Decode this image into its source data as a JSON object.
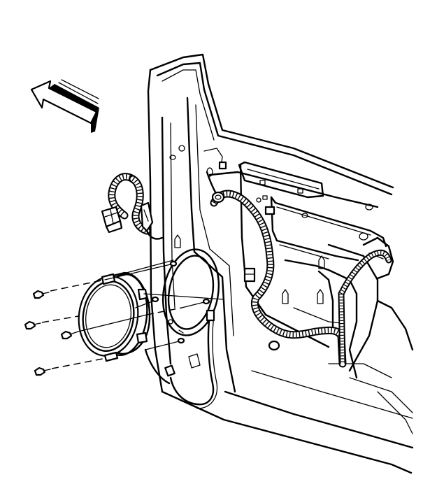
{
  "diagram": {
    "colors": {
      "line": "#000000",
      "background": "#ffffff"
    },
    "callouts": [],
    "parts": [
      "door-inner-panel",
      "speaker-opening",
      "speaker",
      "wiring-harness",
      "speaker-connector",
      "speaker-screws",
      "front-direction-arrow"
    ]
  }
}
